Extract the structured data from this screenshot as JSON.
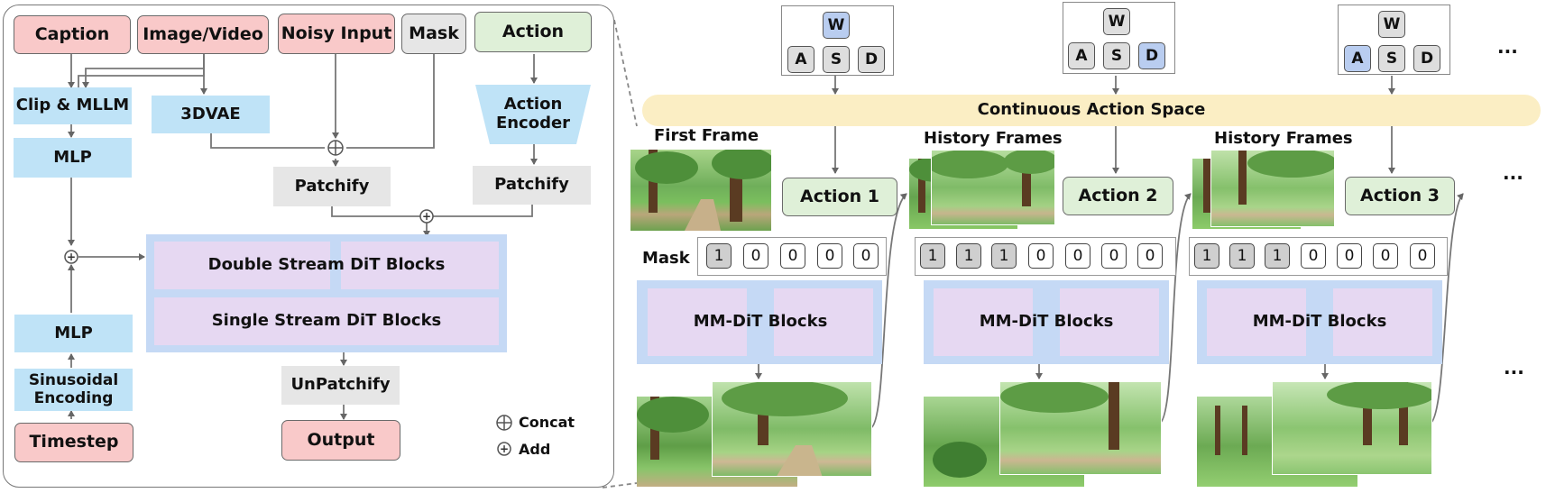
{
  "left": {
    "caption": "Caption",
    "image_video": "Image/Video",
    "noisy_input": "Noisy Input",
    "mask": "Mask",
    "action": "Action",
    "clip_mllm": "Clip & MLLM",
    "vae": "3DVAE",
    "action_encoder": "Action Encoder",
    "mlp_top": "MLP",
    "mlp_bottom": "MLP",
    "patchify_1": "Patchify",
    "patchify_2": "Patchify",
    "double_stream": "Double Stream DiT Blocks",
    "single_stream": "Single Stream DiT Blocks",
    "sinusoidal": "Sinusoidal Encoding",
    "timestep": "Timestep",
    "unpatchify": "UnPatchify",
    "output": "Output",
    "legend_concat": "Concat",
    "legend_add": "Add"
  },
  "right": {
    "action_space": "Continuous Action Space",
    "first_frame": "First Frame",
    "history_frames_1": "History Frames",
    "history_frames_2": "History Frames",
    "mask_label": "Mask",
    "ellipsis": "...",
    "keys": [
      "W",
      "A",
      "S",
      "D"
    ],
    "steps": [
      {
        "action": "Action 1",
        "mask": [
          "1",
          "0",
          "0",
          "0",
          "0"
        ],
        "active_key": "W",
        "block": "MM-DiT Blocks"
      },
      {
        "action": "Action 2",
        "mask": [
          "1",
          "1",
          "1",
          "0",
          "0",
          "0",
          "0"
        ],
        "active_key": "D",
        "block": "MM-DiT Blocks"
      },
      {
        "action": "Action 3",
        "mask": [
          "1",
          "1",
          "1",
          "0",
          "0",
          "0",
          "0"
        ],
        "active_key": "A",
        "block": "MM-DiT Blocks"
      }
    ]
  },
  "colors": {
    "input_pink": "#f9c9c9",
    "action_green": "#dff0d8",
    "module_blue": "#bfe3f7",
    "dit_purple": "#e6d8f2",
    "dit_bg": "#c5d9f5",
    "band_yellow": "#fbeec4",
    "key_active": "#b9cdf0"
  }
}
